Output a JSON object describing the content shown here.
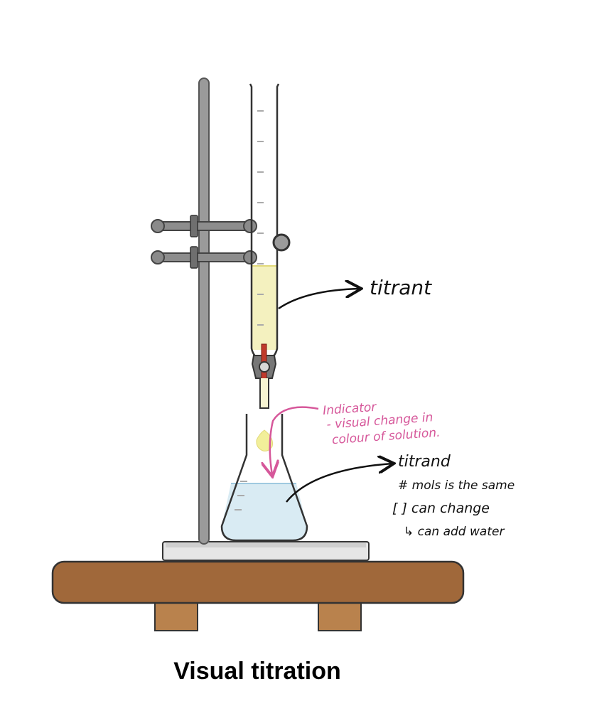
{
  "caption": "Visual titration",
  "annotations": {
    "titrant": "titrant",
    "indicator_line1": "Indicator",
    "indicator_line2": "- visual change in",
    "indicator_line3": "colour of solution.",
    "titrand": "titrand",
    "titrand_note1": "# mols is the same",
    "titrand_note2": "[ ] can change",
    "titrand_note3": "↳ can add water"
  },
  "colors": {
    "titrant_liquid": "#f4f1bf",
    "flask_liquid": "#d9ebf3",
    "indicator_drop": "#f2ef9a",
    "stopcock": "#c0392b",
    "table": "#a0683a",
    "table_legs": "#b9824d",
    "pink_annotation": "#d6579a",
    "black_annotation": "#111111"
  }
}
